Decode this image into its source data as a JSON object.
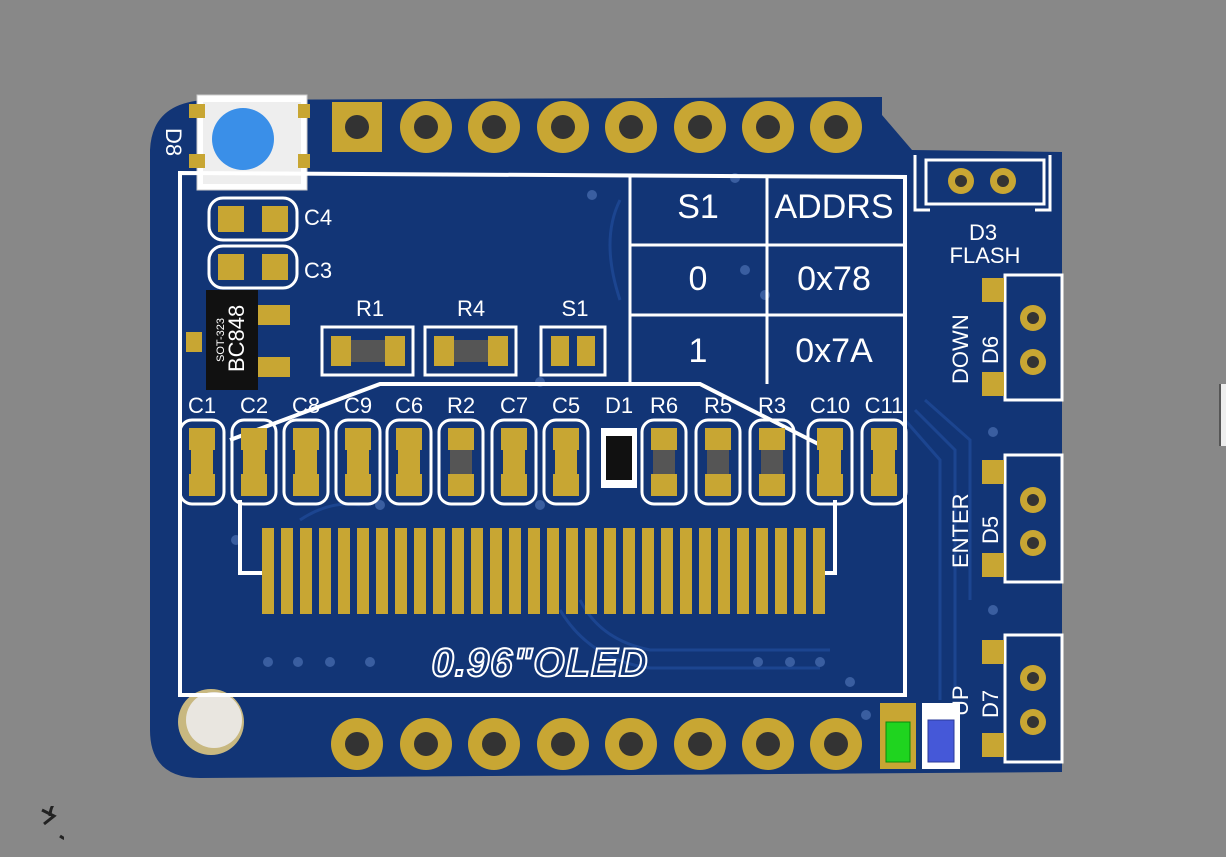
{
  "board": {
    "title": "0.96\"OLED",
    "pin_d8": "D8",
    "colors": {
      "background": "#888888",
      "board": "#123576",
      "copper": "#c8a633",
      "silkscreen": "#ffffff",
      "rgb_led": "#3a8fe8",
      "green_led": "#1fd41f",
      "blue_led": "#4558d8"
    }
  },
  "address_table": {
    "headers": [
      "S1",
      "ADDRS"
    ],
    "rows": [
      [
        "0",
        "0x78"
      ],
      [
        "1",
        "0x7A"
      ]
    ]
  },
  "components": {
    "c4": "C4",
    "c3": "C3",
    "transistor_package": "SOT-323",
    "transistor_part": "BC848",
    "r1": "R1",
    "r4": "R4",
    "s1": "S1",
    "row_labels": [
      "C1",
      "C2",
      "C8",
      "C9",
      "C6",
      "R2",
      "C7",
      "C5",
      "D1",
      "R6",
      "R5",
      "R3",
      "C10",
      "C11"
    ]
  },
  "buttons": {
    "flash_pin": "D3",
    "flash_name": "FLASH",
    "down_name": "DOWN",
    "down_pin": "D6",
    "enter_name": "ENTER",
    "enter_pin": "D5",
    "up_name": "UP",
    "up_pin": "D7"
  },
  "icons": {
    "reload": "reload-icon",
    "side_handle": "panel-handle-icon"
  }
}
